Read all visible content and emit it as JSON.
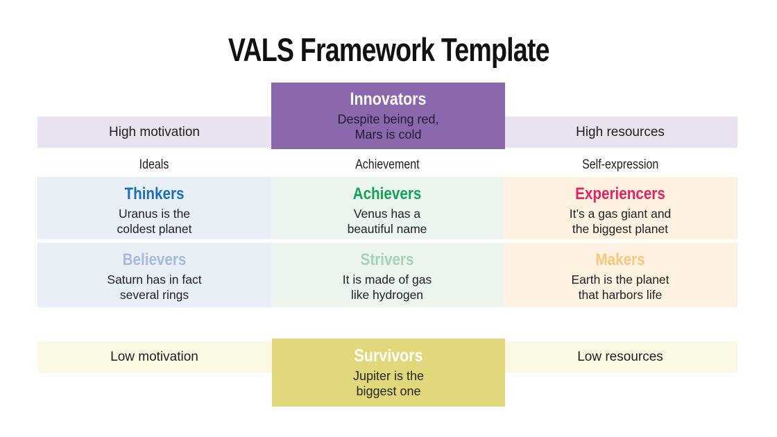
{
  "slide": {
    "title": "VALS Framework Template"
  },
  "colors": {
    "background": "#ffffff",
    "title_text": "#111111",
    "high_band_bg": "#e9e3f1",
    "low_band_bg": "#fbf9e3",
    "innovators_bg": "#8b67ac",
    "innovators_title": "#ffffff",
    "innovators_text": "#221a38",
    "survivors_bg": "#e0d87a",
    "survivors_title": "#ffffff",
    "survivors_text": "#26261c"
  },
  "axes": {
    "top_left": "High motivation",
    "top_right": "High resources",
    "bottom_left": "Low motivation",
    "bottom_right": "Low resources"
  },
  "orientations": [
    "Ideals",
    "Achievement",
    "Self-expression"
  ],
  "innovators": {
    "name": "Innovators",
    "lines": [
      "Despite being red,",
      "Mars is cold"
    ]
  },
  "survivors": {
    "name": "Survivors",
    "lines": [
      "Jupiter is the",
      "biggest one"
    ]
  },
  "segments": [
    {
      "name": "Thinkers",
      "color": "#1e6eb5",
      "bg": "#e9eff7",
      "lines": [
        "Uranus is the",
        "coldest planet"
      ]
    },
    {
      "name": "Achievers",
      "color": "#12a35a",
      "bg": "#ebf5ee",
      "lines": [
        "Venus has a",
        "beautiful name"
      ]
    },
    {
      "name": "Experiencers",
      "color": "#e3245f",
      "bg": "#fdf2e2",
      "lines": [
        "It’s a gas giant and",
        "the biggest planet"
      ]
    },
    {
      "name": "Believers",
      "color": "#a6bada",
      "bg": "#e9eff7",
      "lines": [
        "Saturn has in fact",
        "several rings"
      ]
    },
    {
      "name": "Strivers",
      "color": "#a5d3b6",
      "bg": "#ebf5ee",
      "lines": [
        "It is made of gas",
        "like hydrogen"
      ]
    },
    {
      "name": "Makers",
      "color": "#f6c67e",
      "bg": "#fdf2e2",
      "lines": [
        "Earth is the planet",
        "that harbors life"
      ]
    }
  ]
}
